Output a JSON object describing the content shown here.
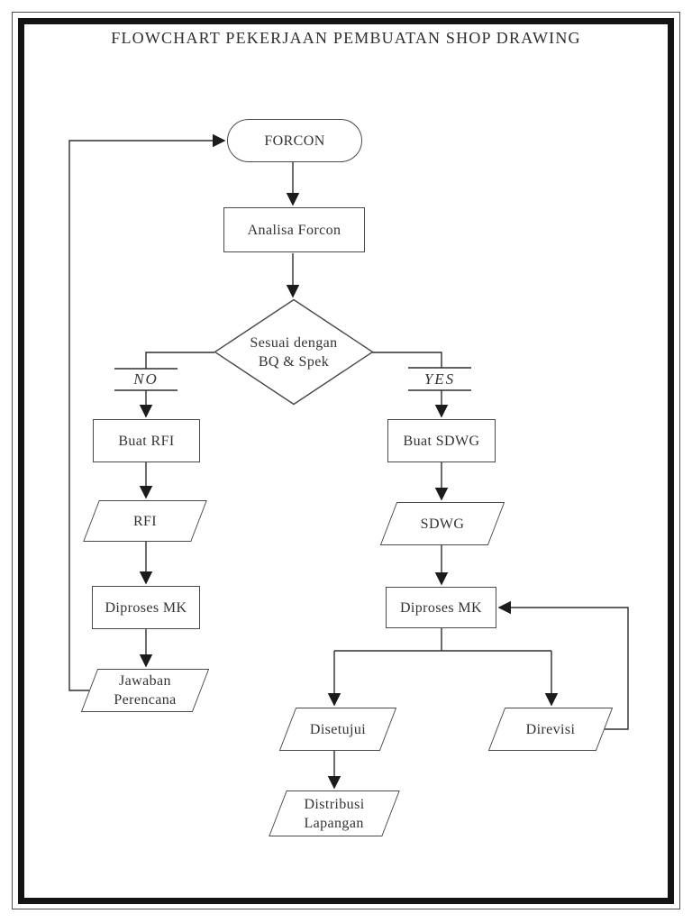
{
  "title": "FLOWCHART PEKERJAAN PEMBUATAN SHOP DRAWING",
  "nodes": {
    "forcon": {
      "label": "FORCON",
      "shape": "terminator"
    },
    "analisa_forcon": {
      "label": "Analisa Forcon",
      "shape": "process"
    },
    "decision_bq_spek": {
      "label": "Sesuai dengan\nBQ & Spek",
      "shape": "decision"
    },
    "buat_rfi": {
      "label": "Buat RFI",
      "shape": "process"
    },
    "rfi": {
      "label": "RFI",
      "shape": "data"
    },
    "diproses_mk_no": {
      "label": "Diproses MK",
      "shape": "process"
    },
    "jawaban_perencana": {
      "label": "Jawaban\nPerencana",
      "shape": "data"
    },
    "buat_sdwg": {
      "label": "Buat SDWG",
      "shape": "process"
    },
    "sdwg": {
      "label": "SDWG",
      "shape": "data"
    },
    "diproses_mk_yes": {
      "label": "Diproses MK",
      "shape": "process"
    },
    "disetujui": {
      "label": "Disetujui",
      "shape": "data"
    },
    "direvisi": {
      "label": "Direvisi",
      "shape": "data"
    },
    "distribusi_lapangan": {
      "label": "Distribusi\nLapangan",
      "shape": "data"
    }
  },
  "branch_labels": {
    "no": "NO",
    "yes": "YES"
  },
  "colors": {
    "line": "#2e2e2e",
    "shape_border": "#4a4a4a",
    "text": "#333333",
    "page_border": "#141414",
    "background": "#ffffff"
  }
}
